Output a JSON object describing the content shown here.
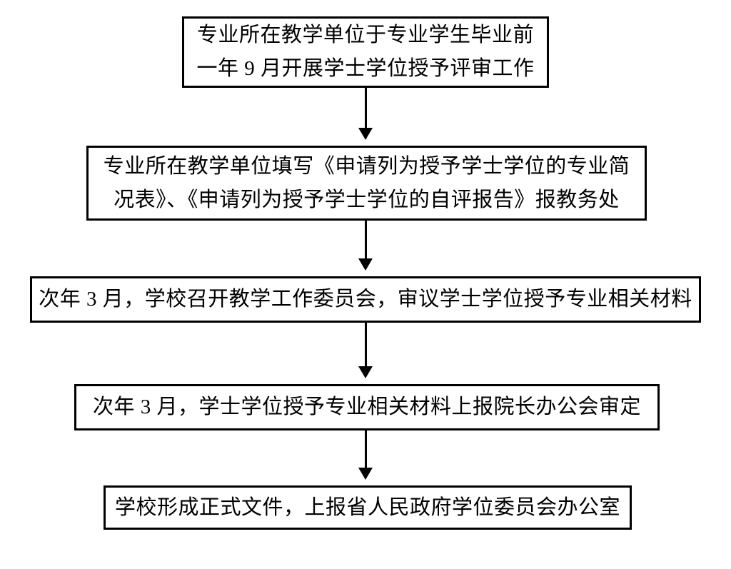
{
  "page": {
    "background_color": "#ffffff",
    "text_color": "#000000",
    "border_color": "#000000",
    "arrow_color": "#000000"
  },
  "flowchart": {
    "type": "vertical-flow",
    "direction": "top-to-bottom",
    "connector_style": "solid-arrow-down",
    "steps": [
      {
        "name": "step-1",
        "lines": [
          "专业所在教学单位于专业学生毕业前",
          "一年 9 月开展学士学位授予评审工作"
        ]
      },
      {
        "name": "step-2",
        "lines": [
          "专业所在教学单位填写《申请列为授予学士学位的专业简",
          "况表》、《申请列为授予学士学位的自评报告》报教务处"
        ]
      },
      {
        "name": "step-3",
        "lines": [
          "次年 3 月，学校召开教学工作委员会，审议学士学位授予专业相关材料"
        ]
      },
      {
        "name": "step-4",
        "lines": [
          "次年 3 月，学士学位授予专业相关材料上报院长办公会审定"
        ]
      },
      {
        "name": "step-5",
        "lines": [
          "学校形成正式文件，上报省人民政府学位委员会办公室"
        ]
      }
    ]
  }
}
